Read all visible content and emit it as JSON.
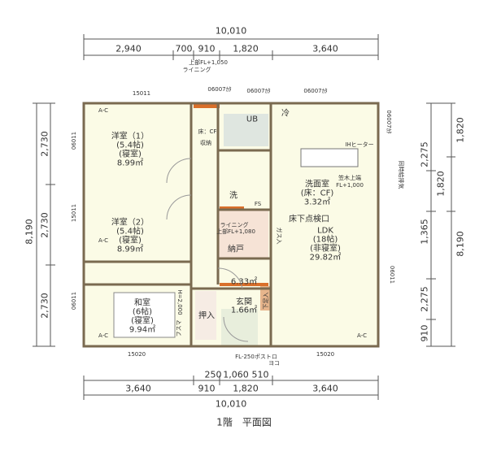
{
  "title": "1階　平面図",
  "dimensions": {
    "top_total": "10,010",
    "top": [
      "2,940",
      "700",
      "910",
      "1,820",
      "3,640"
    ],
    "bottom_small": [
      "250",
      "1,060",
      "510"
    ],
    "bottom": [
      "3,640",
      "910",
      "1,820",
      "3,640"
    ],
    "bottom_total": "10,010",
    "left_total": "8,190",
    "left": [
      "2,730",
      "2,730",
      "2,730"
    ],
    "right_inner": [
      "2,275",
      "1,365",
      "2,275",
      "910"
    ],
    "right_outer": [
      "1,820",
      "1,820",
      "8,190"
    ]
  },
  "rooms": {
    "western1": {
      "name": "洋室（1）",
      "tatami": "(5.4帖)",
      "use": "(寝室)",
      "area": "8.99㎡"
    },
    "western2": {
      "name": "洋室（2）",
      "tatami": "(5.4帖)",
      "use": "(寝室)",
      "area": "8.99㎡"
    },
    "japanese": {
      "name": "和室",
      "tatami": "(6帖)",
      "use": "(寝室)",
      "area": "9.94㎡"
    },
    "ldk": {
      "name": "LDK",
      "tatami": "(18帖)",
      "use": "(非寝室)",
      "area": "29.82㎡"
    },
    "washroom": {
      "name": "洗面室",
      "floor": "(床：CF)",
      "area": "3.32㎡"
    },
    "entrance": {
      "name": "玄関",
      "area": "1.66㎡"
    },
    "hall_area": "6.33㎡",
    "storage": "納戸",
    "closet": "押入",
    "toilet_floor": "床：CF",
    "toilet_storage": "収納",
    "bath": "UB",
    "washer": "洗",
    "fs": "FS",
    "fridge": "冷",
    "shoe_box": "下足入",
    "gas": "ガス入"
  },
  "notes": {
    "upper_shelf_top": "上部FL+1,050",
    "lighting_top": "ライニング",
    "lighting_storage": "ライニング",
    "upper_shelf_storage": "上部FL+1,080",
    "counter": "笠木上端",
    "counter_height": "FL+1,000",
    "underfloor": "床下点検口",
    "ih": "IHヒーター",
    "exhaust": "同時給排気",
    "fusuma": "フスマ",
    "fusuma_height": "H=2,000",
    "postbox": "FL-250ポストロ",
    "postbox2": "ヨコ",
    "ac": [
      "A-C",
      "A-C",
      "A-C",
      "A-C"
    ]
  },
  "windows": {
    "top": [
      "15011",
      "06007ｶﾀ",
      "06007ｶﾀ",
      "06007ｶﾀ"
    ],
    "left": [
      "06011",
      "15011",
      "06011"
    ],
    "right": [
      "06007ｶﾀ",
      "06011"
    ],
    "bottom": [
      "15020",
      "15020"
    ]
  }
}
